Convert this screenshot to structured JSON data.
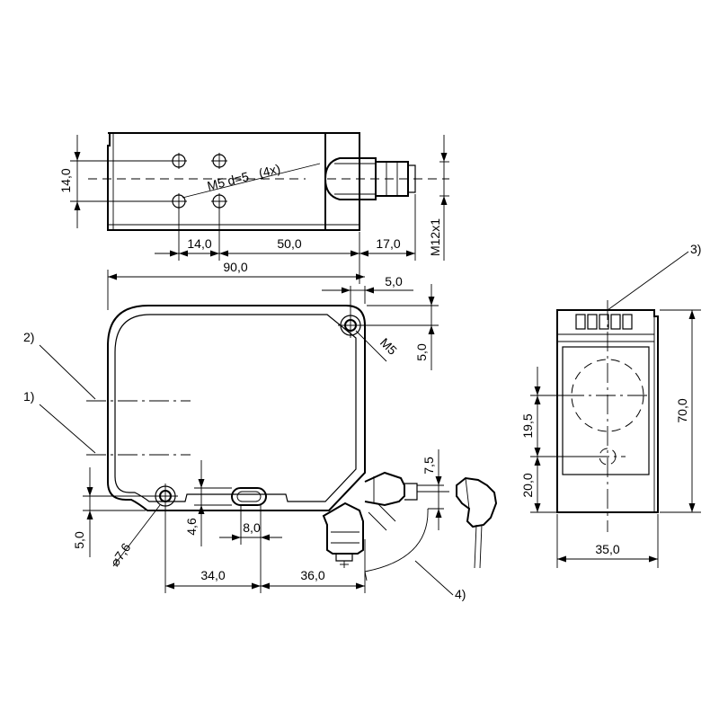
{
  "top_view": {
    "dim_height": "14,0",
    "dim_left": "14,0",
    "dim_mid": "50,0",
    "dim_right": "17,0",
    "dim_total": "90,0",
    "thread_label": "M5 d=5",
    "thread_count": "(4x)",
    "connector_label": "M12x1"
  },
  "front_view": {
    "dim_corner_offset": "5,0",
    "dim_corner_vertical": "5,0",
    "corner_thread": "M5",
    "dim_hole_diameter": "⌀7,6",
    "dim_bottom_offset": "5,0",
    "dim_slot_height": "4,6",
    "dim_slot_width": "8,0",
    "dim_left_span": "34,0",
    "dim_right_span": "36,0",
    "dim_connector_height": "7,5"
  },
  "side_view": {
    "dim_upper": "19,5",
    "dim_lower": "20,0",
    "dim_height": "70,0",
    "dim_width": "35,0"
  },
  "callouts": {
    "c1": "1)",
    "c2": "2)",
    "c3": "3)",
    "c4": "4)"
  }
}
